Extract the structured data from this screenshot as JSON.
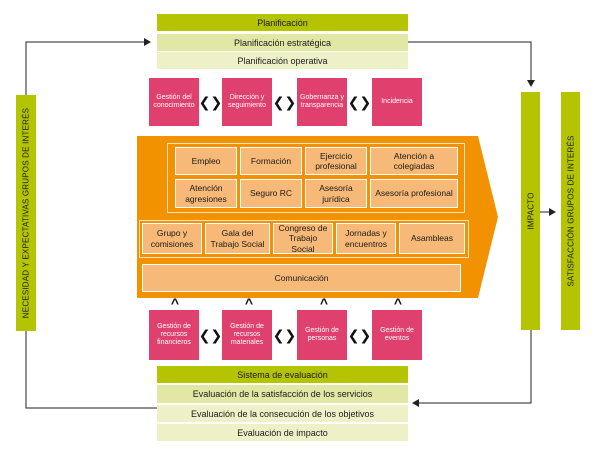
{
  "planning": {
    "title": "Planificación",
    "items": [
      "Planificación estratégica",
      "Planificación operativa"
    ]
  },
  "evaluation": {
    "title": "Sistema de evaluación",
    "items": [
      "Evaluación de la satisfacción de los servicios",
      "Evaluación de la consecución de los objetivos",
      "Evaluación de impacto"
    ]
  },
  "left_bar": "NECESIDAD Y EXPECTATIVAS GRUPOS DE INTERÉS",
  "impact_bar": "IMPACTO",
  "right_bar": "SATISFACCIÓN GRUPOS DE INTERÉS",
  "top_processes": [
    "Gestión del conocimiento",
    "Dirección y seguimiento",
    "Gobernanza y transparencia",
    "Incidencia"
  ],
  "services_row1": [
    "Empleo",
    "Formación",
    "Ejercicio profesional",
    "Atención a colegiadas"
  ],
  "services_row2": [
    "Atención agresiones",
    "Seguro RC",
    "Asesoría jurídica",
    "Asesoría profesional"
  ],
  "participation": [
    "Grupo y comisiones",
    "Gala del Trabajo Social",
    "Congreso de Trabajo Social",
    "Jornadas y encuentros",
    "Asambleas"
  ],
  "communication": "Comunicación",
  "bottom_processes": [
    "Gestión de recursos financieros",
    "Gestión de recursos materiales",
    "Gestión de personas",
    "Gestión de eventos"
  ],
  "colors": {
    "green": "#b5c400",
    "pink": "#e0406e",
    "orange": "#f39200",
    "light_orange": "#f7b977"
  }
}
